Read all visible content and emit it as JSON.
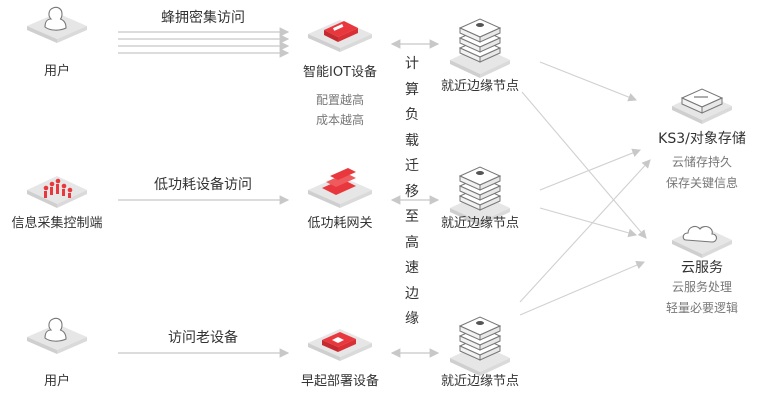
{
  "left": {
    "user_top": "用户",
    "collector": "信息采集控制端",
    "user_bottom": "用户"
  },
  "flows": {
    "top": "蜂拥密集访问",
    "middle": "低功耗设备访问",
    "bottom": "访问老设备"
  },
  "devices": {
    "iot": "智能IOT设备",
    "iot_note1": "配置越高",
    "iot_note2": "成本越高",
    "gateway": "低功耗网关",
    "legacy": "早起部署设备"
  },
  "vertical_text": "计算负载迁移至高速边缘",
  "edges": {
    "top": "就近边缘节点",
    "middle": "就近边缘节点",
    "bottom": "就近边缘节点"
  },
  "cloud": {
    "storage_title": "KS3/对象存储",
    "storage_note1": "云储存持久",
    "storage_note2": "保存关键信息",
    "service_title": "云服务",
    "service_note1": "云服务处理",
    "service_note2": "轻量必要逻辑"
  },
  "colors": {
    "accent": "#e8383d",
    "line": "#c8c8c8",
    "platform": "#e6e6e6"
  }
}
